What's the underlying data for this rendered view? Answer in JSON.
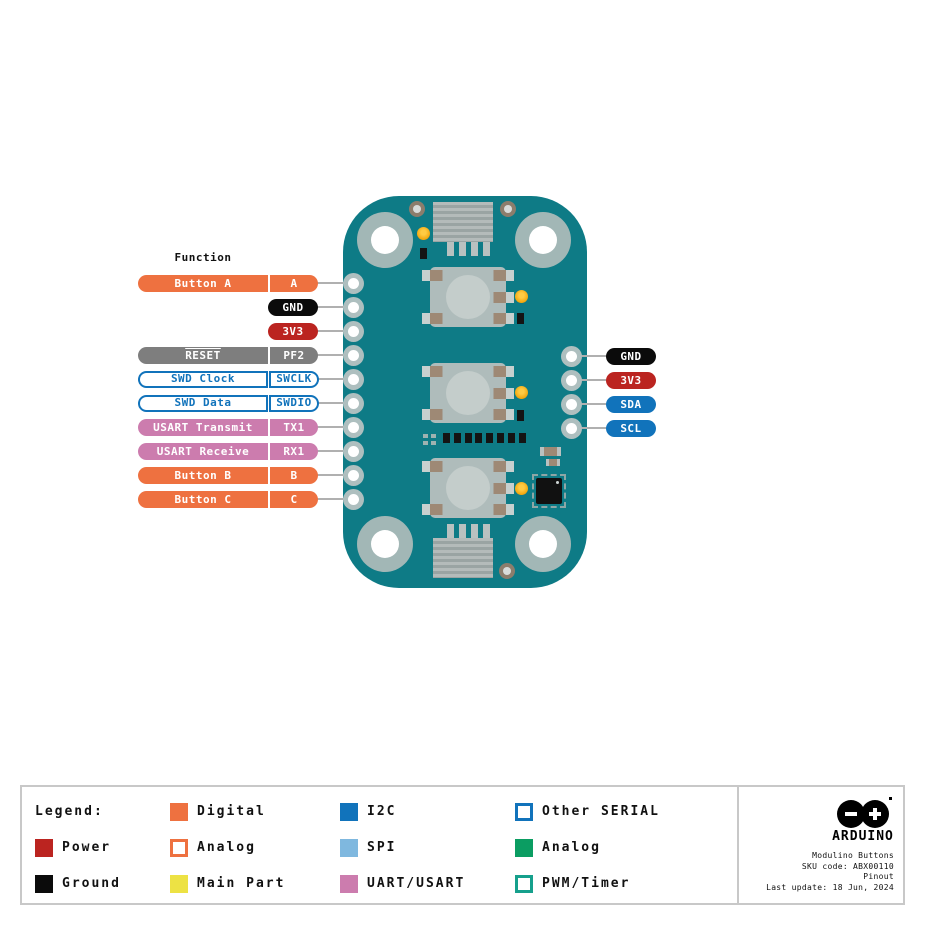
{
  "colors": {
    "digital": "#EE7140",
    "power": "#BB2420",
    "ground": "#0B0B0B",
    "control": "#7E7E7E",
    "serial": "#1173BB",
    "uart": "#CC7CAE",
    "i2c": "#1173BB",
    "spi": "#7FB8DF",
    "analog_green": "#0B9D62",
    "pwm": "#16A08C",
    "main_part": "#EDE244",
    "board": "#0E7B86",
    "line": "#B0B0B0"
  },
  "pinout": {
    "function_header": "Function",
    "left_pins": [
      {
        "function": "Button A",
        "name": "A",
        "type": "digital",
        "overline": false
      },
      {
        "function": null,
        "name": "GND",
        "type": "ground",
        "overline": false
      },
      {
        "function": null,
        "name": "3V3",
        "type": "power",
        "overline": false
      },
      {
        "function": "RESET",
        "name": "PF2",
        "type": "control",
        "overline": true
      },
      {
        "function": "SWD Clock",
        "name": "SWCLK",
        "type": "serial",
        "overline": false
      },
      {
        "function": "SWD Data",
        "name": "SWDIO",
        "type": "serial",
        "overline": false
      },
      {
        "function": "USART Transmit",
        "name": "TX1",
        "type": "uart",
        "overline": false
      },
      {
        "function": "USART Receive",
        "name": "RX1",
        "type": "uart",
        "overline": false
      },
      {
        "function": "Button B",
        "name": "B",
        "type": "digital",
        "overline": false
      },
      {
        "function": "Button C",
        "name": "C",
        "type": "digital",
        "overline": false
      }
    ],
    "right_pins": [
      {
        "name": "GND",
        "type": "ground"
      },
      {
        "name": "3V3",
        "type": "power"
      },
      {
        "name": "SDA",
        "type": "i2c"
      },
      {
        "name": "SCL",
        "type": "i2c"
      }
    ]
  },
  "legend": {
    "columns": [
      [
        {
          "label": "Legend:",
          "swatch": null,
          "style": "none"
        },
        {
          "label": "Power",
          "swatch": "power",
          "style": "fill"
        },
        {
          "label": "Ground",
          "swatch": "ground",
          "style": "fill"
        }
      ],
      [
        {
          "label": "Digital",
          "swatch": "digital",
          "style": "fill"
        },
        {
          "label": "Analog",
          "swatch": "digital",
          "style": "outline"
        },
        {
          "label": "Main Part",
          "swatch": "main_part",
          "style": "fill"
        }
      ],
      [
        {
          "label": "I2C",
          "swatch": "i2c",
          "style": "fill"
        },
        {
          "label": "SPI",
          "swatch": "spi",
          "style": "fill"
        },
        {
          "label": "UART/USART",
          "swatch": "uart",
          "style": "fill"
        }
      ],
      [
        {
          "label": "Other SERIAL",
          "swatch": "serial",
          "style": "outline"
        },
        {
          "label": "Analog",
          "swatch": "analog_green",
          "style": "fill"
        },
        {
          "label": "PWM/Timer",
          "swatch": "pwm",
          "style": "outline"
        }
      ]
    ]
  },
  "brand": {
    "name": "ARDUINO",
    "product": "Modulino Buttons",
    "sku": "SKU code: ABX00110",
    "doc": "Pinout",
    "updated": "Last update: 18 Jun, 2024"
  }
}
